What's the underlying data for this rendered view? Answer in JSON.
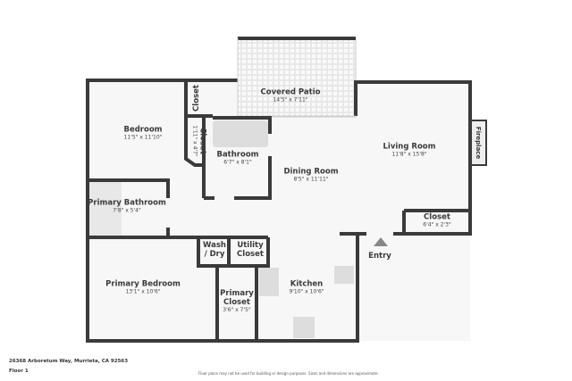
{
  "plan": {
    "address": "26368 Arboretum Way, Murrieta, CA 92563",
    "floor": "Floor 1",
    "disclaimer": "Floor plans may not be used for building or design purposes. Sizes and dimensions are approximate.",
    "wall_color": "#3a3a3a",
    "floor_color": "#f7f7f7",
    "rooms": {
      "covered_patio": {
        "name": "Covered Patio",
        "dims": "14'5\" x 7'11\""
      },
      "bedroom": {
        "name": "Bedroom",
        "dims": "11'5\" x 11'10\""
      },
      "closet_top": {
        "name": "Closet"
      },
      "closet_side": {
        "name": "Closet",
        "dims": "1'11\" x 4'7\""
      },
      "bathroom": {
        "name": "Bathroom",
        "dims": "6'7\" x 8'1\""
      },
      "dining_room": {
        "name": "Dining Room",
        "dims": "8'5\" x 11'11\""
      },
      "living_room": {
        "name": "Living Room",
        "dims": "11'8\" x 15'8\""
      },
      "fireplace": {
        "name": "Fireplace"
      },
      "closet_living": {
        "name": "Closet",
        "dims": "6'4\" x 2'3\""
      },
      "primary_bathroom": {
        "name": "Primary Bathroom",
        "dims": "7'8\" x 5'4\""
      },
      "wash_dry": {
        "name": "Wash / Dry"
      },
      "utility_closet": {
        "name": "Utility Closet"
      },
      "entry": {
        "name": "Entry"
      },
      "primary_bedroom": {
        "name": "Primary Bedroom",
        "dims": "13'1\" x 10'6\""
      },
      "primary_closet": {
        "name": "Primary Closet",
        "dims": "3'6\" x 7'5\""
      },
      "kitchen": {
        "name": "Kitchen",
        "dims": "9'10\" x 10'6\""
      }
    }
  }
}
